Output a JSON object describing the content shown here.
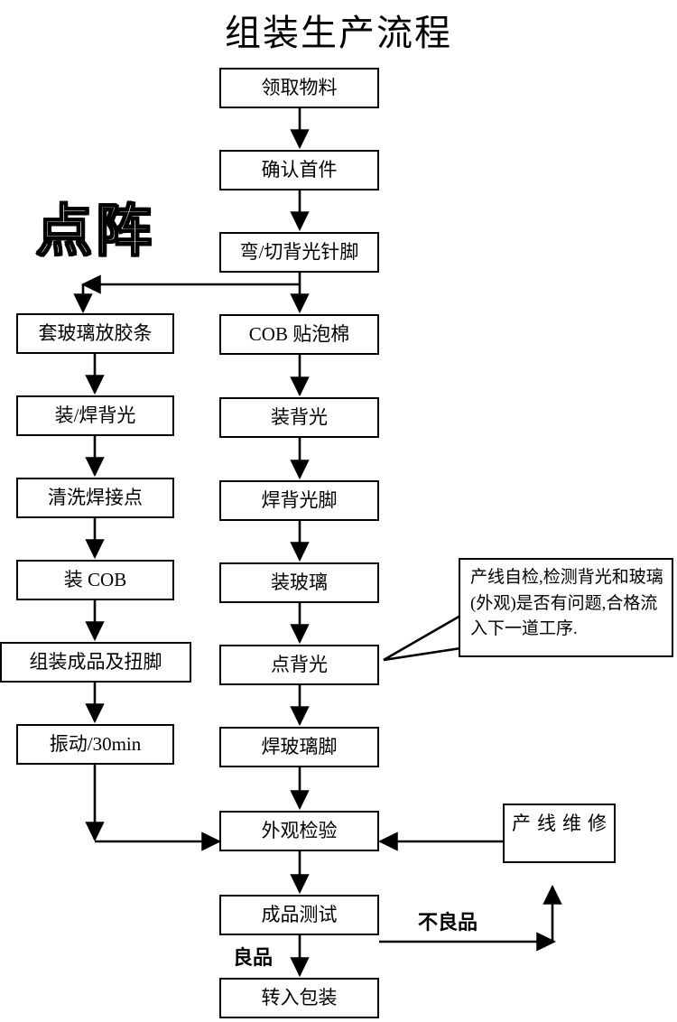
{
  "title": "组装生产流程",
  "side_label": "点阵",
  "nodes": {
    "n_material": "领取物料",
    "n_firstpiece": "确认首件",
    "n_bendcut": "弯/切背光针脚",
    "n_cob_foam": "COB 贴泡棉",
    "n_mount_bl": "装背光",
    "n_weld_bl": "焊背光脚",
    "n_mount_glass": "装玻璃",
    "n_light_bl": "点背光",
    "n_weld_glass": "焊玻璃脚",
    "n_appearance": "外观检验",
    "n_final_test": "成品测试",
    "n_packing": "转入包装",
    "n_glass_strip": "套玻璃放胶条",
    "n_mount_weld": "装/焊背光",
    "n_clean": "清洗焊接点",
    "n_cob": "装 COB",
    "n_assy_twist": "组装成品及扭脚",
    "n_vibration": "振动/30min",
    "n_repair": "产线维修"
  },
  "edge_labels": {
    "good": "良品",
    "defect": "不良品"
  },
  "callout": {
    "text": "产线自检,检测背光和玻璃(外观)是否有问题,合格流入下一道工序."
  },
  "colors": {
    "line": "#000000",
    "box_fill": "#ffffff",
    "text": "#000000"
  }
}
